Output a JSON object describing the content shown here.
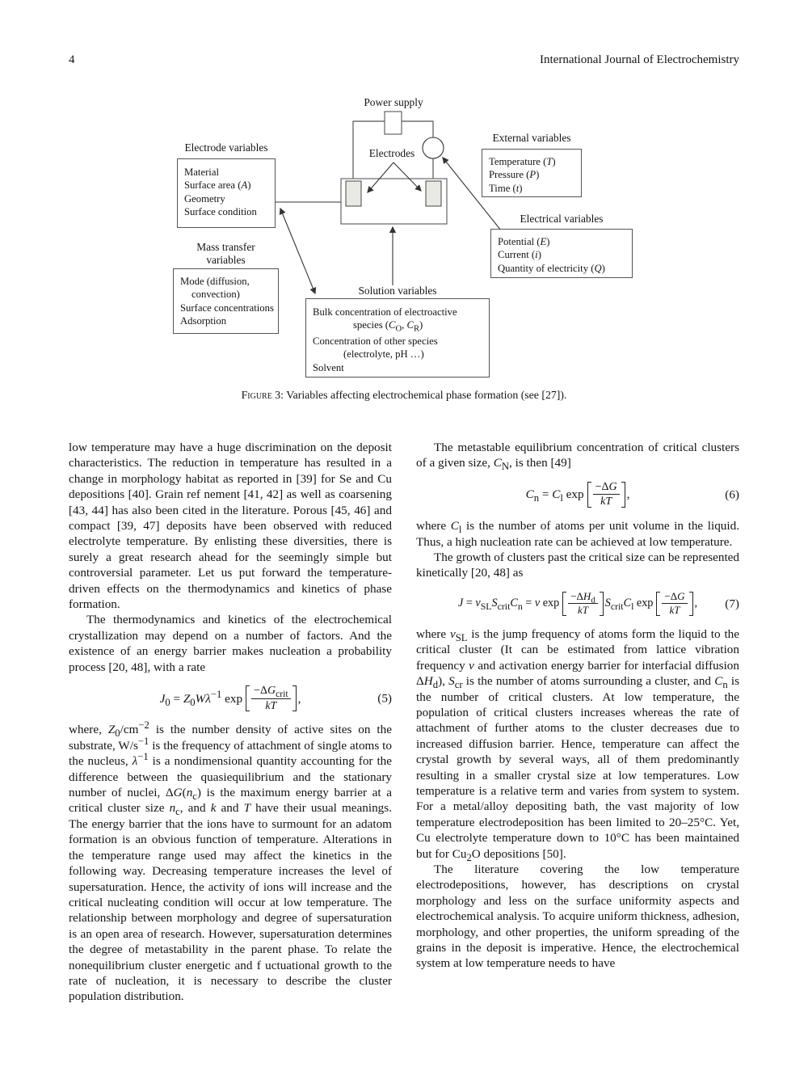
{
  "page": {
    "number": "4",
    "journal": "International Journal of Electrochemistry"
  },
  "figure": {
    "caption_label": "Figure 3:",
    "caption_text": " Variables affecting electrochemical phase formation (see [27]).",
    "labels": {
      "power_supply": "Power supply",
      "electrodes": "Electrodes",
      "electrode_variables": "Electrode variables",
      "external_variables": "External variables",
      "electrical_variables": "Electrical variables",
      "mass_transfer_line1": "Mass transfer",
      "mass_transfer_line2": "variables",
      "solution_variables": "Solution variables"
    },
    "boxes": {
      "electrode_variables_items": [
        "Material",
        "Surface area (*{A})",
        "Geometry",
        "Surface condition"
      ],
      "external_variables_items": [
        "Temperature (*{T})",
        "Pressure (*{P})",
        "Time (*{t})"
      ],
      "electrical_variables_items": [
        "Potential (*{E})",
        "Current (*{i})",
        "Quantity of electricity (*{Q})"
      ],
      "mass_transfer_items": [
        "Mode (diffusion,",
        "convection)",
        "Surface concentrations",
        "Adsorption"
      ],
      "solution_variables_items": [
        "Bulk concentration of electroactive",
        "species (*{C}_{O}, *{C}_{R})",
        "Concentration of other species",
        "(electrolyte, pH …)",
        "Solvent"
      ]
    }
  },
  "body": {
    "left": {
      "p1": "low temperature may have a huge discrimination on the deposit characteristics. The reduction in temperature has resulted in a change in morphology habitat as reported in [39] for Se and Cu depositions [40]. Grain ref nement [41, 42] as well as coarsening [43, 44] has also been cited in the literature. Porous [45, 46] and compact [39, 47] deposits have been observed with reduced electrolyte temperature. By enlisting these diversities, there is surely a great research ahead for the seemingly simple but controversial parameter. Let us put forward the temperature-driven effects on the thermodynamics and kinetics of phase formation.",
      "p2": "The thermodynamics and kinetics of the electrochemical crystallization may depend on a number of factors. And the existence of an energy barrier makes nucleation a probability process [20, 48], with a rate",
      "eq5": {
        "lhs": "*{J}_{0} = *{Z}_{0}*{W}*{λ}^{−1} exp",
        "num": "−Δ*{G}_{crit}",
        "den": "*{kT}",
        "tail": ",",
        "number": "(5)"
      },
      "p3": "where, *{Z}_{0}/cm^{−2} is the number density of active sites on the substrate, W/s^{−1} is the frequency of attachment of single atoms to the nucleus, *{λ}^{−1} is a nondimensional quantity accounting for the difference between the quasiequilibrium and the stationary number of nuclei, Δ*{G}(*{n}_{c}) is the maximum energy barrier at a critical cluster size *{n}_{c}, and *{k} and *{T} have their usual meanings. The energy barrier that the ions have to surmount for an adatom formation is an obvious function of temperature. Alterations in the temperature range used may affect the kinetics in the following way. Decreasing temperature increases the level of supersaturation. Hence, the activity of ions will increase and the critical nucleating condition will occur at low temperature. The relationship between morphology and degree of supersaturation is an open area of research. However, supersaturation determines the degree of metastability in the parent phase. To relate the nonequilibrium cluster energetic and f uctuational growth to the rate of nucleation, it is necessary to describe the cluster population distribution."
    },
    "right": {
      "p1": "The metastable equilibrium concentration of critical clusters of a given size, *{C}_{N}, is then [49]",
      "eq6": {
        "lhs": "*{C}_{n} = *{C}_{l} exp",
        "num": "−Δ*{G}",
        "den": "*{kT}",
        "tail": ",",
        "number": "(6)"
      },
      "p2": "where *{C}_{l} is the number of atoms per unit volume in the liquid. Thus, a high nucleation rate can be achieved at low temperature.",
      "p3": "The growth of clusters past the critical size can be represented kinetically [20, 48] as",
      "eq7": {
        "lhs": "*{J} = *{ν}_{SL}*{S}_{crit}*{C}_{n} = *{ν} exp",
        "num1": "−Δ*{H}_{d}",
        "den1": "*{kT}",
        "mid": "*{S}_{crit}*{C}_{l} exp",
        "num2": "−Δ*{G}",
        "den2": "*{kT}",
        "tail": ",",
        "number": "(7)"
      },
      "p4": "where *{ν}_{SL} is the jump frequency of atoms form the liquid to the critical cluster (It can be estimated from lattice vibration frequency *{ν} and activation energy barrier for interfacial diffusion Δ*{H}_{d}), *{S}_{cr} is the number of atoms surrounding a cluster, and *{C}_{n} is the number of critical clusters. At low temperature, the population of critical clusters increases whereas the rate of attachment of further atoms to the cluster decreases due to increased diffusion barrier. Hence, temperature can affect the crystal growth by several ways, all of them predominantly resulting in a smaller crystal size at low temperatures. Low temperature is a relative term and varies from system to system. For a metal/alloy depositing bath, the vast majority of low temperature electrodeposition has been limited to 20–25°C. Yet, Cu electrolyte temperature down to 10°C has been maintained but for Cu_{2}O depositions [50].",
      "p5": "The literature covering the low temperature electrodepositions, however, has descriptions on crystal morphology and less on the surface uniformity aspects and electrochemical analysis. To acquire uniform thickness, adhesion, morphology, and other properties, the uniform spreading of the grains in the deposit is imperative. Hence, the electrochemical system at low temperature needs to have"
    }
  }
}
